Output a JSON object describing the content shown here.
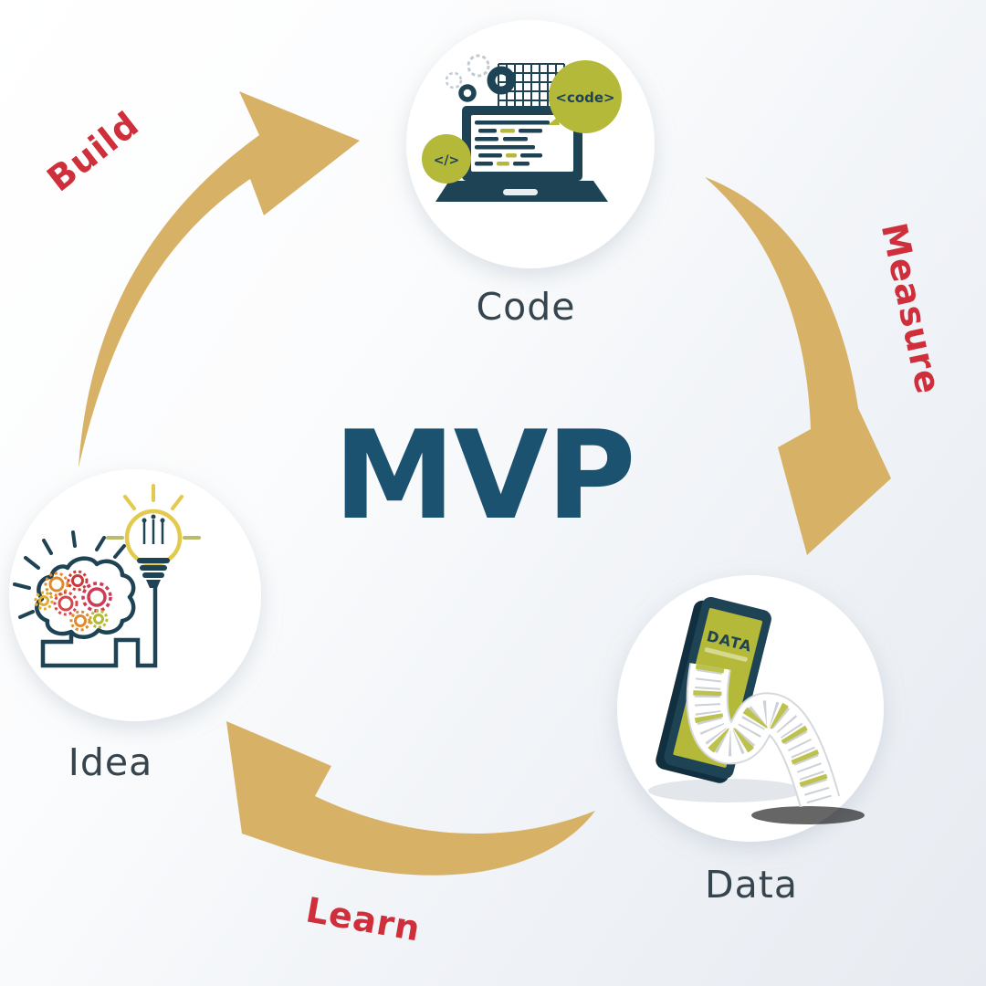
{
  "diagram": {
    "center": {
      "label": "MVP"
    },
    "nodes": [
      {
        "id": "code",
        "label": "Code"
      },
      {
        "id": "idea",
        "label": "Idea"
      },
      {
        "id": "data",
        "label": "Data"
      }
    ],
    "steps": [
      {
        "id": "build",
        "label": "Build"
      },
      {
        "id": "measure",
        "label": "Measure"
      },
      {
        "id": "learn",
        "label": "Learn"
      }
    ],
    "icons": {
      "code_badge_large": "<code>",
      "code_badge_small": "</>",
      "data_screen_label": "DATA"
    },
    "colors": {
      "arrow_gold": "#d7b266",
      "step_red": "#ce2f3a",
      "mvp_navy": "#1a5270",
      "icon_navy": "#1d4354",
      "olive_green": "#b5b93a",
      "bulb_yellow": "#e3c94e",
      "node_label_dark": "#36454d",
      "background_light": "#eef1f5"
    }
  }
}
